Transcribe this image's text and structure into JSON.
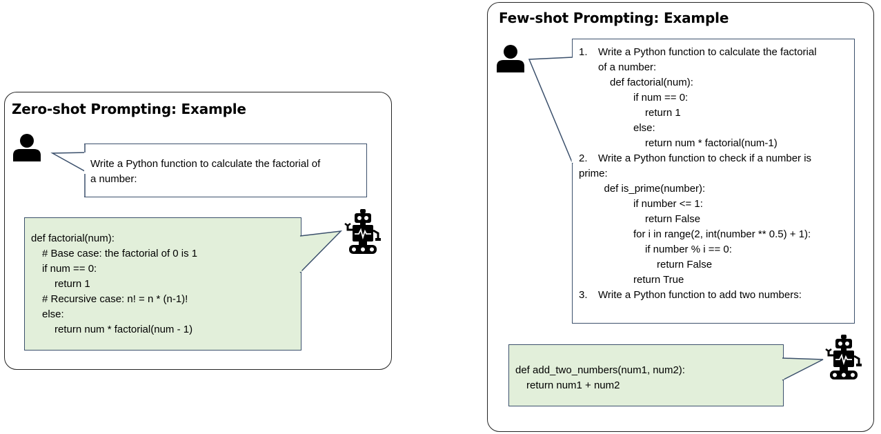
{
  "zero_shot": {
    "title": "Zero-shot Prompting: Example",
    "user_prompt": [
      "Write a Python function to calculate the factorial of",
      "a number:"
    ],
    "bot_response": [
      "def factorial(num):",
      "    # Base case: the factorial of 0 is 1",
      "    if num == 0:",
      "        return 1",
      "    # Recursive case: n! = n * (n-1)!",
      "    else:",
      "        return num * factorial(num - 1)"
    ]
  },
  "few_shot": {
    "title": "Few-shot Prompting: Example",
    "user_prompt": [
      {
        "number": "1.",
        "text": "Write a Python function to calculate the factorial",
        "indent": 0
      },
      {
        "number": "",
        "text": "of a number:",
        "indent": 0
      },
      {
        "number": "",
        "text": "def factorial(num):",
        "indent": 1
      },
      {
        "number": "",
        "text": "if num == 0:",
        "indent": 3
      },
      {
        "number": "",
        "text": "return 1",
        "indent": 4
      },
      {
        "number": "",
        "text": "else:",
        "indent": 3
      },
      {
        "number": "",
        "text": "return num * factorial(num-1)",
        "indent": 4
      },
      {
        "number": "2.",
        "text": "Write a Python function to check if a number is",
        "indent": 0
      },
      {
        "number": "",
        "text": "prime:",
        "indent": -1
      },
      {
        "number": "",
        "text": "def is_prime(number):",
        "indent": 0.5
      },
      {
        "number": "",
        "text": "if number <= 1:",
        "indent": 3
      },
      {
        "number": "",
        "text": "return False",
        "indent": 4
      },
      {
        "number": "",
        "text": "for i in range(2, int(number ** 0.5) + 1):",
        "indent": 3
      },
      {
        "number": "",
        "text": "if number % i == 0:",
        "indent": 4
      },
      {
        "number": "",
        "text": "return False",
        "indent": 5
      },
      {
        "number": "",
        "text": "return True",
        "indent": 3
      },
      {
        "number": "3.",
        "text": "Write a Python function to add two numbers:",
        "indent": 0
      }
    ],
    "bot_response": [
      "def add_two_numbers(num1, num2):",
      "    return num1 + num2"
    ]
  },
  "icons": [
    "user-icon",
    "robot-icon"
  ],
  "colors": {
    "bot_bubble_fill": "#e2efda",
    "bubble_border": "#3a4f6b",
    "panel_border": "#222222"
  }
}
